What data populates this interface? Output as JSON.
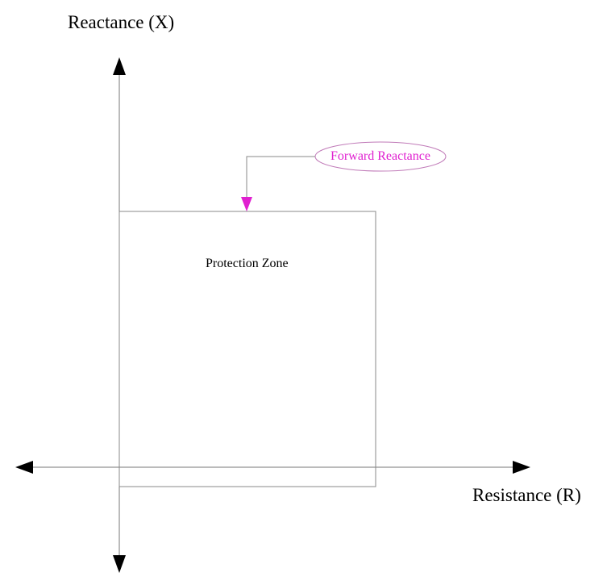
{
  "axes": {
    "y_label": "Reactance (X)",
    "x_label": "Resistance (R)"
  },
  "zone": {
    "label": "Protection Zone"
  },
  "callout": {
    "label": "Forward Reactance",
    "color": "#e020d0"
  },
  "colors": {
    "axis": "#000000",
    "line": "#777777",
    "callout_border": "#c07ab8"
  }
}
